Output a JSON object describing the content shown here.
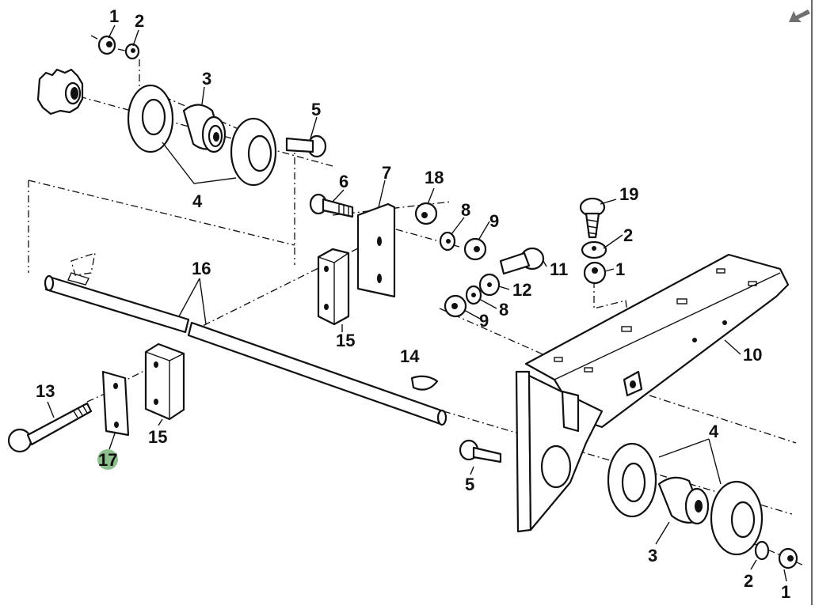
{
  "viewer": {
    "nav_icon": "arrow-down-left-icon",
    "accent_color": "#8fbf8f",
    "arrow_color": "#707070",
    "border_color": "#6b6b6b"
  },
  "diagram": {
    "title": "Exploded parts diagram – shaft bearing assembly",
    "selected_callout": "17",
    "callouts": {
      "c1_top": "1",
      "c2_top": "2",
      "c3_top": "3",
      "c4_top": "4",
      "c5_top": "5",
      "c6": "6",
      "c7": "7",
      "c18": "18",
      "c8_top": "8",
      "c9_top": "9",
      "c19": "19",
      "c2_mid": "2",
      "c1_mid": "1",
      "c11": "11",
      "c12": "12",
      "c8_mid": "8",
      "c9_mid": "9",
      "c16": "16",
      "c15_top": "15",
      "c10": "10",
      "c14": "14",
      "c13": "13",
      "c15_bot": "15",
      "c17": "17",
      "c5_bot": "5",
      "c4_bot": "4",
      "c3_bot": "3",
      "c2_bot": "2",
      "c1_bot": "1"
    }
  }
}
